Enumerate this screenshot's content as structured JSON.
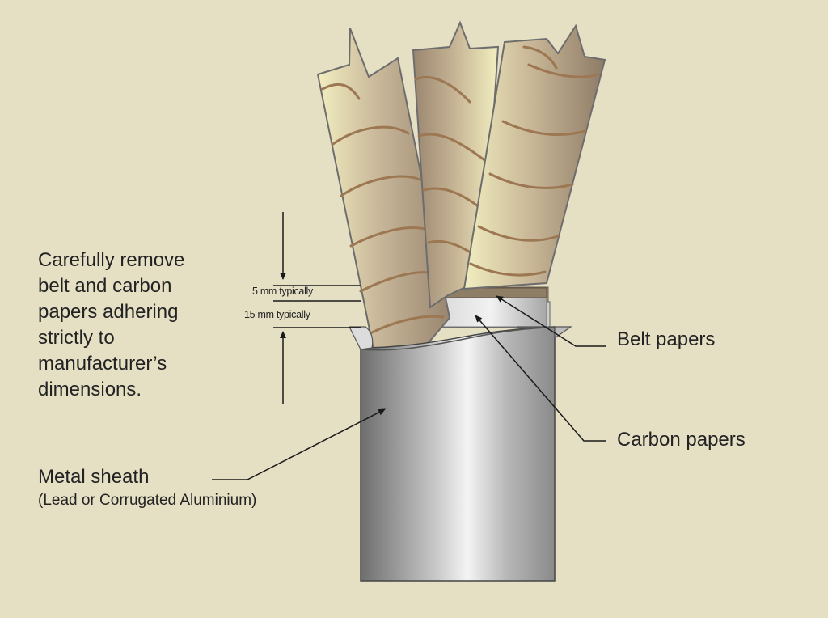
{
  "instruction_lines": [
    "Carefully remove",
    "belt and carbon",
    "papers adhering",
    "strictly to",
    "manufacturer’s",
    "dimensions."
  ],
  "dimensions": {
    "belt_trim": "5 mm typically",
    "carbon_trim": "15 mm typically"
  },
  "labels": {
    "belt_papers": "Belt papers",
    "carbon_papers": "Carbon papers",
    "metal_sheath": "Metal sheath",
    "metal_sheath_note": "(Lead or Corrugated Aluminium)"
  },
  "colors": {
    "background": "#e5dfc4",
    "paper_dark": "#9a8670",
    "paper_light": "#f2eec0",
    "paper_stripe": "#9c7752",
    "metal_dark": "#6e6e6e",
    "metal_light": "#f4f4f4",
    "line": "#1a1a1a"
  }
}
